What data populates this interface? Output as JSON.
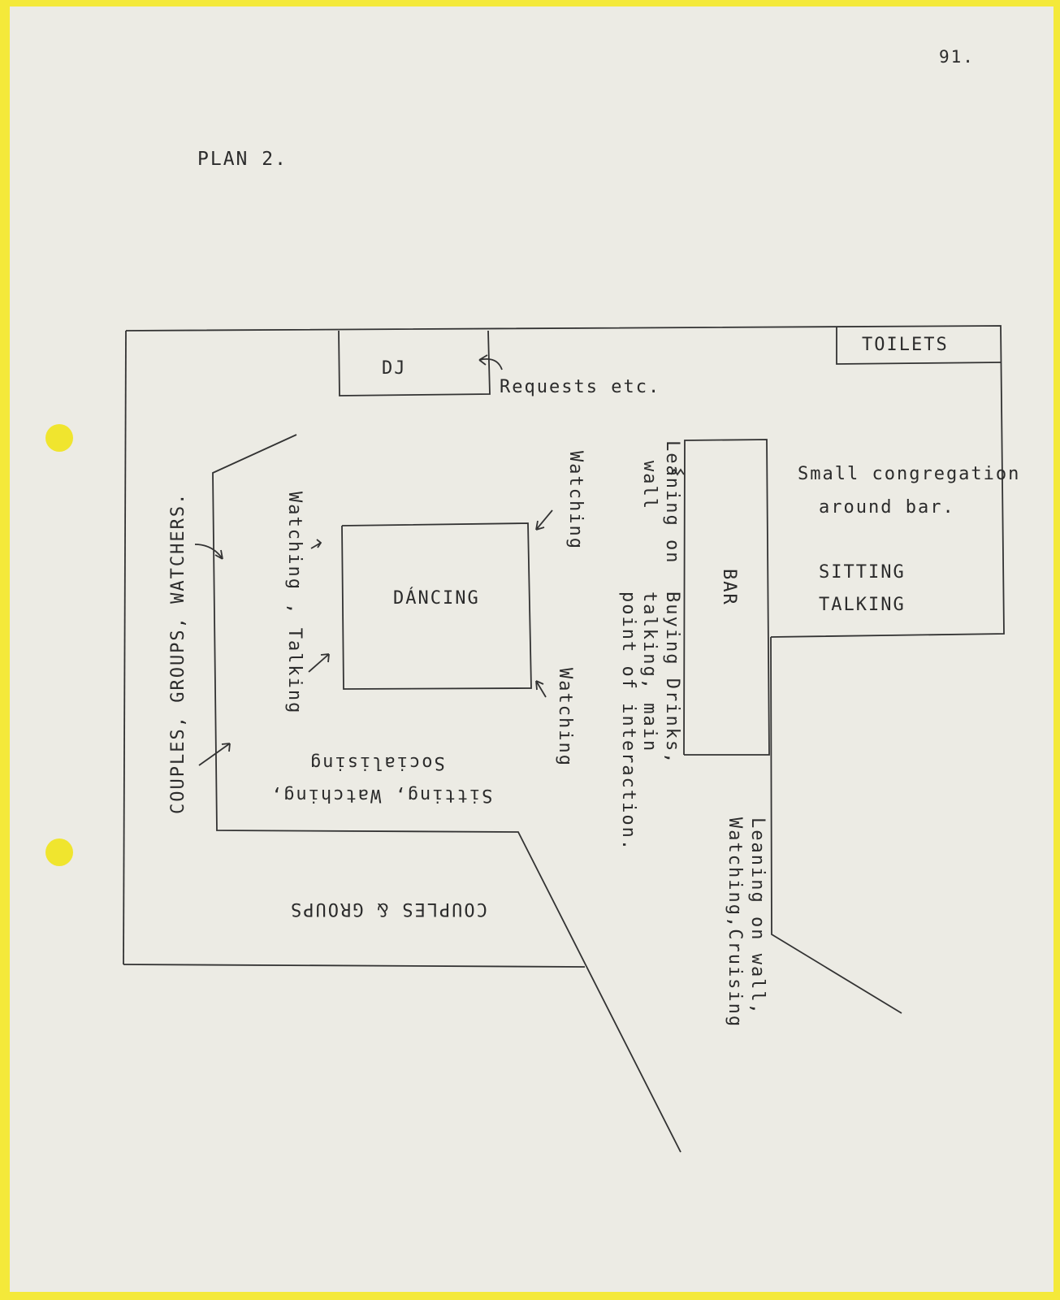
{
  "page_number": "91.",
  "title": "PLAN 2.",
  "areas": {
    "toilets": "TOILETS",
    "dj": "DJ",
    "requests": "Requests etc.",
    "bar": "BAR",
    "dancing": "DÁNCING"
  },
  "notes": {
    "bar_area_line1": "Small congregation",
    "bar_area_line2": "around bar.",
    "sitting": "SITTING",
    "talking": "TALKING",
    "leaning_wall_1": "Leaning on",
    "leaning_wall_2": "wall",
    "buying_1": "Buying Drinks,",
    "buying_2": "talking, main",
    "buying_3": "point of interaction.",
    "watching_top": "Watching",
    "watching_bottom": "Watching",
    "watching_talking": "Watching , Talking",
    "couples_groups_watchers": "COUPLES, GROUPS, WATCHERS.",
    "sitting_watching": "Sitting, Watching,",
    "socialising": "Socialising",
    "couples_groups": "COUPLES & GROUPS",
    "leaning_cruising_1": "Leaning on wall,",
    "leaning_cruising_2": "Watching,Cruising"
  },
  "colors": {
    "paper": "#ecebe4",
    "binder": "#f4e93a",
    "ink": "#2b2b2b"
  }
}
